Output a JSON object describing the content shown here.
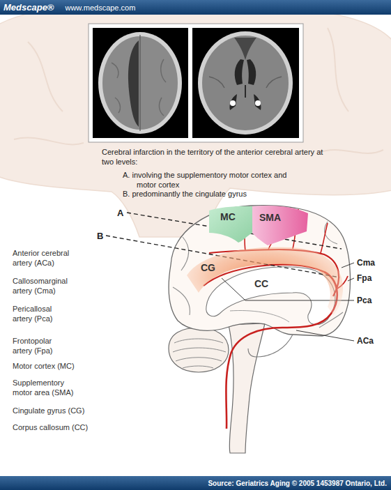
{
  "diagram": {
    "caption": "Cerebral infarction in the territory of the anterior cerebral artery at two levels:",
    "nodes": [
      {
        "text": [
          "Medscape®",
          "www.medscape.com"
        ]
      },
      {
        "text": [
          "MC"
        ]
      },
      {
        "text": [
          "SMA"
        ]
      },
      {
        "text": [
          "CG"
        ]
      },
      {
        "text": [
          "Source: Geriatrics Aging © 2005 1453987 Ontario, Ltd."
        ]
      }
    ],
    "labels": [
      "A. involving the supplementory motor cortex and motor cortex",
      "B. predominantly the cingulate gyrus",
      "A",
      "B",
      "Cma",
      "Fpa",
      "Pca",
      "CC",
      "ACa",
      "Anterior cerebral artery (ACa)",
      "Callosomarginal artery (Cma)",
      "Pericallosal artery (Pca)",
      "Frontopolar artery (Fpa)",
      "Motor cortex (MC)",
      "Supplementory motor area (SMA)",
      "Cingulate gyrus (CG)",
      "Corpus callosum (CC)"
    ]
  }
}
